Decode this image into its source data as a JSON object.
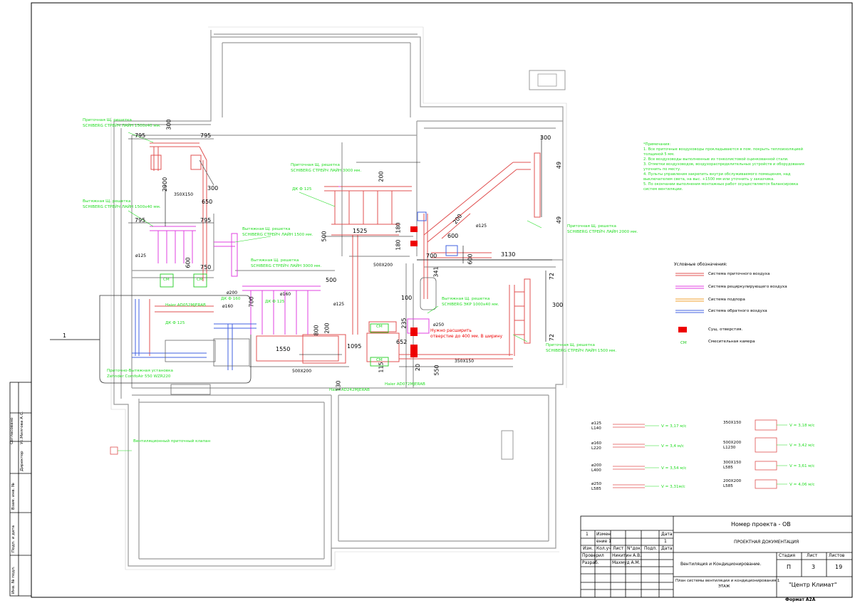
{
  "labels": {
    "grille_supply_1": "Приточная Щ. решетка",
    "grille_supply_1b": "SCHIBERG СТРЕЙЧ ЛАЙН 1500х40 мм.",
    "grille_exhaust_1": "Вытяжная Щ. решетка",
    "grille_exhaust_1b": "SCHIBERG СТРЕЙЧ ЛАЙН 1500х40 мм.",
    "grille_supply_2": "Приточная Щ. решетка",
    "grille_supply_2b": "SCHIBERG СТРЕЙЧ ЛАЙН 3000 мм.",
    "dk_125_top": "ДК Ф 125",
    "grille_exhaust_2": "Вытяжная Щ. решетка",
    "grille_exhaust_2b": "SCHIBERG СТРЕЙЧ ЛАЙН 1500 мм.",
    "grille_exhaust_3": "Вытяжная Щ. решетка",
    "grille_exhaust_3b": "SCHIBERG СТРЕЙЧ ЛАЙН 3000 мм.",
    "haier_1": "Haier AD052MJERAB",
    "dk_160": "ДК Ф 160",
    "dk_125_mid": "ДК Ф 125",
    "dk_125_left": "ДК Ф 125",
    "grille_supply_3": "Приточная Щ. решетка",
    "grille_supply_3b": "SCHIBERG СТРЕЙЧ ЛАЙН 2000 мм.",
    "grille_exhaust_4": "Вытяжная Щ. решетка",
    "grille_exhaust_4b": "SCHIBERG ЭКР 1000х40 мм.",
    "grille_supply_4": "Приточная Щ. решетка",
    "grille_supply_4b": "SCHIBERG СТРЕЙЧ ЛАЙН 1500 мм.",
    "unit_1": "Приточно-Вытяжная установка",
    "unit_1b": "Zehnder ComfoAir 550 WZR220",
    "haier_2": "Haier AD242MJERAB",
    "haier_3": "Haier AD072MJERAB",
    "valve": "Вентиляционный приточный клапан",
    "red_note_1": "Нужно расширить",
    "red_note_2": "отверстие до 400 мм. В ширину",
    "sm": "СМ",
    "leader_1": "1"
  },
  "dims": {
    "d300a": "300",
    "d795a": "795",
    "d795b": "795",
    "d2900": "2900",
    "d350x150": "350Х150",
    "d300b": "300",
    "d650": "650",
    "d795c": "795",
    "d795d": "795",
    "d600a": "600",
    "d750": "750",
    "d125a": "ø125",
    "d200a": "ø200",
    "d160a": "ø160",
    "d160b": "ø160",
    "d200b": "200",
    "d500a": "500",
    "d1525": "1525",
    "d180a": "180",
    "d180b": "180",
    "d500x200a": "500Х200",
    "d500b": "500",
    "d700": "700",
    "d800": "800",
    "d200c": "200",
    "d1095": "1095",
    "d1550": "1550",
    "d500x200b": "500Х200",
    "d130": "130",
    "d125b": "ø125",
    "d235": "235",
    "d100": "100",
    "d250": "ø250",
    "d652": "652",
    "d20": "20",
    "d550": "550",
    "d350x150b": "350Х150",
    "d300c": "300",
    "d49a": "49",
    "d49b": "49",
    "d200d": "200",
    "d125c": "ø125",
    "d600b": "600",
    "d600c": "600",
    "d700b": "700",
    "d3130": "3130",
    "d341": "341",
    "d72a": "72",
    "d72b": "72",
    "d300d": "300",
    "d115": "115"
  },
  "notes": {
    "title": "*Примечания:",
    "items": [
      "1. Все приточные воздуховоды прокладываются в пом. покрыть теплоизоляцией толщиной 5 мм.",
      "2. Все воздуховоды выполненные из тонколистовой оцинкованной стали.",
      "3. Отметки воздуховодов, воздухораспределительных устройств и оборудования уточнить по месту.",
      "4. Пульты управления закрепить внутри обслуживаемого помещения, над выключателем света, на выс. +1500 мм или уточнить у заказчика.",
      "5. По окончании выполнения монтажных работ осуществляется балансировка систем вентиляции."
    ]
  },
  "legend": {
    "title": "Условные обозначения:",
    "items": [
      {
        "label": "Система приточного воздуха",
        "color": "#e05050"
      },
      {
        "label": "Система рециркулирующего воздуха",
        "color": "#e040e0"
      },
      {
        "label": "Система подпора",
        "color": "#f0a030"
      },
      {
        "label": "Система обратного воздуха",
        "color": "#4060e0"
      },
      {
        "label": "Сущ. отверстия.",
        "color": "#ee0000"
      },
      {
        "label": "Смесительная камера",
        "color": "#22cc22"
      }
    ],
    "sm": "СМ"
  },
  "flows": {
    "left": [
      {
        "d": "ø125",
        "l": "L140",
        "v": "V = 3,17 м/с"
      },
      {
        "d": "ø160",
        "l": "L220",
        "v": "V = 3,4 м/с"
      },
      {
        "d": "ø200",
        "l": "L400",
        "v": "V = 3,54 м/с"
      },
      {
        "d": "ø250",
        "l": "L585",
        "v": "V = 3,31м/с"
      }
    ],
    "right": [
      {
        "d": "350Х150",
        "l": "",
        "v": "V = 3,18 м/с"
      },
      {
        "d": "500Х200",
        "l": "L1230",
        "v": "V = 3,42 м/с"
      },
      {
        "d": "300Х150",
        "l": "L585",
        "v": "V = 3,61 м/с"
      },
      {
        "d": "200Х200",
        "l": "L585",
        "v": "V = 4,06 м/с"
      }
    ]
  },
  "titleblock": {
    "project_no": "Номер проекта - ОВ",
    "doc_type": "ПРОЕКТНАЯ ДОКУМЕНТАЦИЯ",
    "row1_num": "1",
    "row1_change": "Измен",
    "row1_change2": "ение 1",
    "row1_date": "Дата",
    "row1_date2": "1",
    "h_izm": "Изм.",
    "h_kol": "Кол.уч",
    "h_list": "Лист",
    "h_ndok": "N°док.",
    "h_podp": "Подп.",
    "h_data": "Дата",
    "r_check": "Проверил",
    "r_check_name": "Никитин А.В.",
    "r_dev": "Разраб.",
    "r_dev_name": "Махмуд А.М.",
    "section": "Вентиляция и Кондиционирование.",
    "h_stage": "Стадия",
    "h_sheet": "Лист",
    "h_sheets": "Листов",
    "stage": "П",
    "sheet": "3",
    "sheets": "19",
    "sheet_title": "План системы вентиляции и кондиционирования 1",
    "sheet_title2": "ЭТАЖ",
    "company": "\"Центр Климат\"",
    "format": "Формат А2А"
  },
  "side": {
    "agreed": "Согласовано",
    "agreed_name": "Ус.Милгова А.С.",
    "director": "Директор",
    "inv_replace": "Взам. инв. №",
    "sign_date": "Подп. и дата",
    "inv_orig": "Инв. № подл."
  },
  "colors": {
    "supply": "#e05050",
    "recirc": "#e040e0",
    "backpressure": "#f0a030",
    "return": "#4060e0",
    "label_green": "#22dd22",
    "wall": "#9a9a9a"
  }
}
